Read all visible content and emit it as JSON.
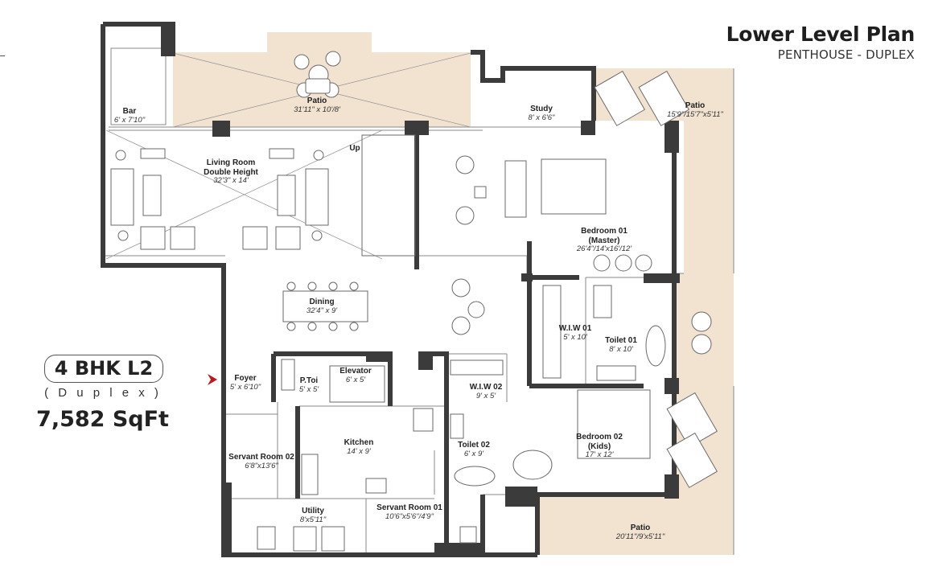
{
  "header": {
    "title": "Lower Level Plan",
    "subtitle": "PENTHOUSE - DUPLEX"
  },
  "unit": {
    "type": "4 BHK L2",
    "variant": "( D u p l e x )",
    "area": "7,582 SqFt"
  },
  "colors": {
    "wall": "#3b3b3b",
    "patio_fill": "#f1e3d0",
    "line": "#8a8a8a",
    "entry_arrow": "#c0161c"
  },
  "rooms": [
    {
      "key": "bar",
      "name": "Bar",
      "dims": "6' x 7'10\""
    },
    {
      "key": "patio_top",
      "name": "Patio",
      "dims": "31'11\" x 10'/8'"
    },
    {
      "key": "study",
      "name": "Study",
      "dims": "8' x 6'6\""
    },
    {
      "key": "patio_right",
      "name": "Patio",
      "dims": "15'9\"/15'7\"x5'11\""
    },
    {
      "key": "living",
      "name": "Living Room\nDouble Height",
      "dims": "32'3\" x 14'"
    },
    {
      "key": "up",
      "name": "Up",
      "dims": ""
    },
    {
      "key": "bedroom01",
      "name": "Bedroom 01\n(Master)",
      "dims": "26'4\"/14'x16'/12'"
    },
    {
      "key": "dining",
      "name": "Dining",
      "dims": "32'4\" x 9'"
    },
    {
      "key": "wiw01",
      "name": "W.I.W 01",
      "dims": "5' x 10'"
    },
    {
      "key": "toilet01",
      "name": "Toilet 01",
      "dims": "8' x 10'"
    },
    {
      "key": "foyer",
      "name": "Foyer",
      "dims": "5' x 6'10\""
    },
    {
      "key": "ptoi",
      "name": "P.Toi",
      "dims": "5' x 5'"
    },
    {
      "key": "elevator",
      "name": "Elevator",
      "dims": "6' x 5'"
    },
    {
      "key": "wiw02",
      "name": "W.I.W 02",
      "dims": "9' x 5'"
    },
    {
      "key": "bedroom02",
      "name": "Bedroom 02\n(Kids)",
      "dims": "17' x 12'"
    },
    {
      "key": "kitchen",
      "name": "Kitchen",
      "dims": "14' x 9'"
    },
    {
      "key": "toilet02",
      "name": "Toilet 02",
      "dims": "6' x 9'"
    },
    {
      "key": "servant02",
      "name": "Servant Room 02",
      "dims": "6'8\"x13'6\""
    },
    {
      "key": "utility",
      "name": "Utility",
      "dims": "8'x5'11\""
    },
    {
      "key": "servant01",
      "name": "Servant Room 01",
      "dims": "10'6\"x5'6\"/4'9\""
    },
    {
      "key": "patio_bottom",
      "name": "Patio",
      "dims": "20'11\"/9'x5'11\""
    }
  ]
}
